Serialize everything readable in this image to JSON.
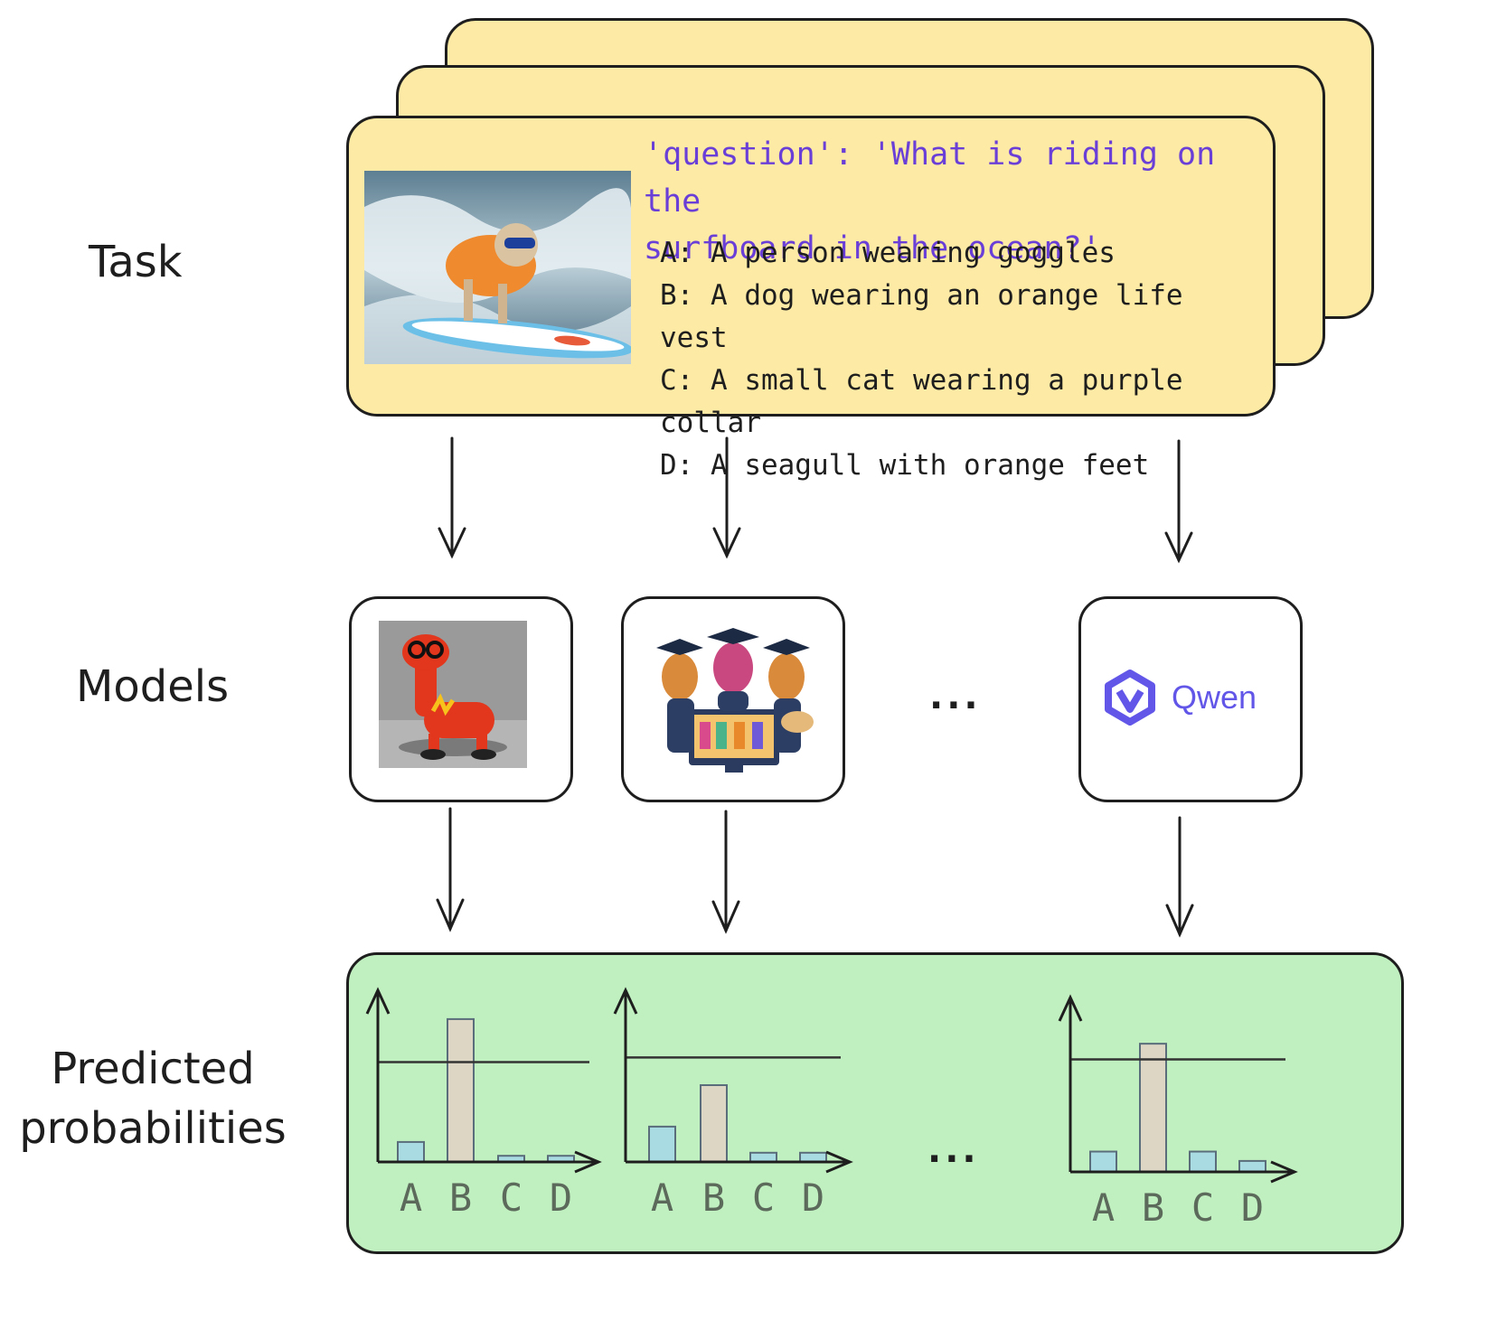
{
  "stages": {
    "task": "Task",
    "models": "Models",
    "predicted": [
      "Predicted",
      "probabilities"
    ]
  },
  "task": {
    "question_line1": "'question': 'What is riding on the",
    "question_line2": "surfboard in the ocean?'",
    "options": [
      "A: A person wearing goggles",
      "B: A dog wearing an orange life vest",
      "C: A small cat wearing a purple collar",
      "D: A seagull with orange feet"
    ],
    "image_icon": "surfing-dog-photo"
  },
  "models": {
    "items": [
      {
        "icon": "fire-llama-icon"
      },
      {
        "icon": "graduate-llamas-icon"
      },
      {
        "icon": "qwen-logo-icon",
        "label": "Qwen"
      }
    ],
    "ellipsis": "..."
  },
  "predictions": {
    "ellipsis": "...",
    "colors": {
      "bar_small": "#a9dbe3",
      "bar_tall": "#ddd6c5",
      "panel": "#c1f0c0",
      "card": "#fdeaa4",
      "question": "#6a3fd8"
    }
  },
  "chart_data": [
    {
      "type": "bar",
      "categories": [
        "A",
        "B",
        "C",
        "D"
      ],
      "values": [
        0.13,
        0.93,
        0.04,
        0.04
      ],
      "threshold": 0.65
    },
    {
      "type": "bar",
      "categories": [
        "A",
        "B",
        "C",
        "D"
      ],
      "values": [
        0.23,
        0.5,
        0.06,
        0.06
      ],
      "threshold": 0.68
    },
    {
      "type": "bar",
      "categories": [
        "A",
        "B",
        "C",
        "D"
      ],
      "values": [
        0.13,
        0.82,
        0.13,
        0.07
      ],
      "threshold": 0.72
    }
  ]
}
